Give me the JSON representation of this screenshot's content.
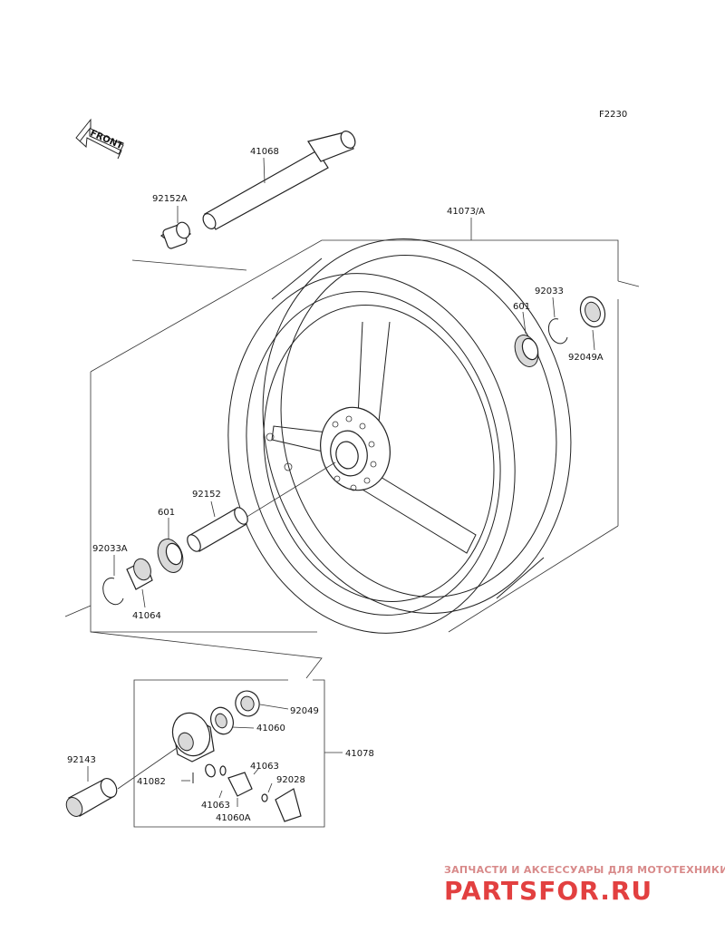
{
  "figure_code": "F2230",
  "direction_label": "FRONT",
  "parts": {
    "axle": "41068",
    "axle_collar_left": "92152A",
    "wheel_assy": "41073/A",
    "right_circlip": "92033",
    "right_bearing": "601",
    "right_seal": "92049A",
    "inner_collar": "92152",
    "left_bearing": "601",
    "left_circlip": "92033A",
    "left_collar": "41064",
    "gear_seal": "92049",
    "gear_gear": "41060",
    "gear_assy": "41078",
    "end_collar": "92143",
    "gear_pin": "41082",
    "gear_washer_a": "41063",
    "gear_washer_b": "41063",
    "gear_pinion": "41060A",
    "gear_bushing": "92028"
  },
  "watermark": {
    "tagline": "ЗАПЧАСТИ И АКСЕССУАРЫ ДЛЯ МОТОТЕХНИКИ",
    "logo": "PARTSFOR.RU"
  }
}
